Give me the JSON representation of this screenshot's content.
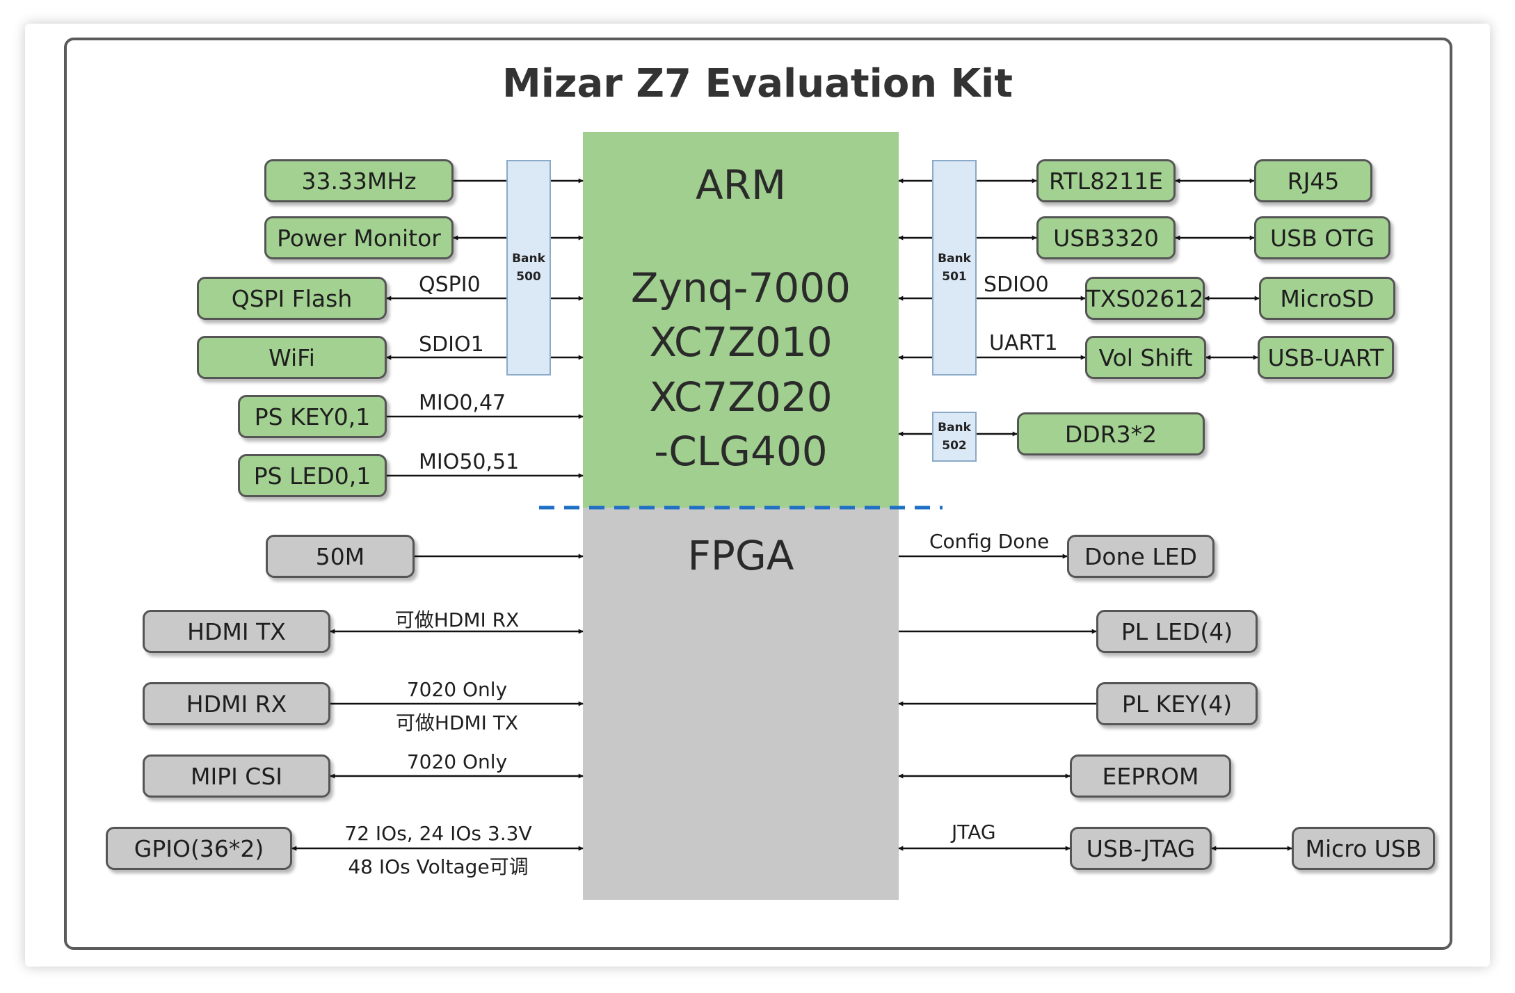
{
  "title": "Mizar Z7 Evaluation Kit",
  "arm": {
    "label": "ARM",
    "chip_lines": [
      "Zynq-7000",
      "XC7Z010",
      "XC7Z020",
      "-CLG400"
    ]
  },
  "fpga": {
    "label": "FPGA"
  },
  "banks": {
    "b500": {
      "word": "Bank",
      "num": "500"
    },
    "b501": {
      "word": "Bank",
      "num": "501"
    },
    "b502": {
      "word": "Bank",
      "num": "502"
    }
  },
  "left_ps": {
    "osc": "33.33MHz",
    "power_monitor": "Power Monitor",
    "qspi_flash": "QSPI Flash",
    "wifi": "WiFi",
    "ps_key": "PS KEY0,1",
    "ps_led": "PS LED0,1"
  },
  "left_ps_labels": {
    "qspi": "QSPI0",
    "sdio1": "SDIO1",
    "mio_key": "MIO0,47",
    "mio_led": "MIO50,51"
  },
  "right_ps": {
    "phy": "RTL8211E",
    "rj45": "RJ45",
    "usb_phy": "USB3320",
    "usb_otg": "USB OTG",
    "sd_shifter": "TXS02612",
    "microsd": "MicroSD",
    "vol_shift": "Vol Shift",
    "usb_uart": "USB-UART",
    "ddr": "DDR3*2"
  },
  "right_ps_labels": {
    "sdio0": "SDIO0",
    "uart1": "UART1"
  },
  "left_pl": {
    "clk50": "50M",
    "hdmi_tx": "HDMI TX",
    "hdmi_rx": "HDMI RX",
    "mipi": "MIPI CSI",
    "gpio": "GPIO(36*2)"
  },
  "left_pl_labels": {
    "hdmi_tx_note": "可做HDMI RX",
    "hdmi_rx_note1": "7020 Only",
    "hdmi_rx_note2": "可做HDMI TX",
    "mipi_note": "7020 Only",
    "gpio_note1": "72 IOs, 24 IOs 3.3V",
    "gpio_note2": "48 IOs Voltage可调"
  },
  "right_pl": {
    "done_led": "Done LED",
    "pl_led": "PL LED(4)",
    "pl_key": "PL KEY(4)",
    "eeprom": "EEPROM",
    "usb_jtag": "USB-JTAG",
    "micro_usb": "Micro USB"
  },
  "right_pl_labels": {
    "config_done": "Config Done",
    "jtag": "JTAG"
  },
  "colors": {
    "ps_green": "#a0cf8f",
    "pl_gray": "#c8c8c8",
    "bank_blue": "#dbe8f5",
    "divider_blue": "#1f6fc4"
  }
}
